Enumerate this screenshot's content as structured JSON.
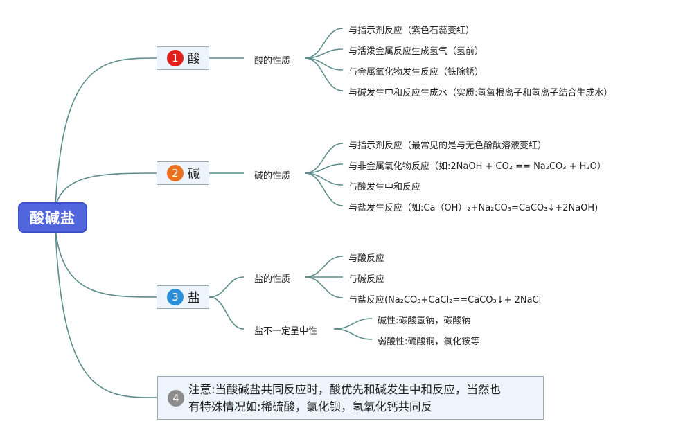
{
  "root": {
    "label": "酸碱盐"
  },
  "colors": {
    "root_fill": "#5166dc",
    "topic_fill": "#eef4fb",
    "line": "#5b8c8a",
    "badge1": "#e0201b",
    "badge2": "#e8711f",
    "badge3": "#2a8fd6",
    "badge4": "#8c8c8c"
  },
  "topics": [
    {
      "badge": "1",
      "label": "酸",
      "branches": [
        {
          "label": "酸的性质",
          "leaves": [
            "与指示剂反应（紫色石蕊变红）",
            "与活泼金属反应生成氢气（氢前）",
            "与金属氧化物发生反应（铁除锈）",
            "与碱发生中和反应生成水（实质:氢氧根离子和氢离子结合生成水）"
          ]
        }
      ]
    },
    {
      "badge": "2",
      "label": "碱",
      "branches": [
        {
          "label": "碱的性质",
          "leaves": [
            "与指示剂反应（最常见的是与无色酚酞溶液变红）",
            "与非金属氧化物反应（如:2NaOH + CO₂ == Na₂CO₃ + H₂O）",
            "与酸发生中和反应",
            "与盐发生反应（如:Ca（OH）₂+Na₂CO₃=CaCO₃↓+2NaOH)"
          ]
        }
      ]
    },
    {
      "badge": "3",
      "label": "盐",
      "branches": [
        {
          "label": "盐的性质",
          "leaves": [
            "与酸反应",
            "与碱反应",
            "与盐反应(Na₂CO₃+CaCl₂==CaCO₃↓+ 2NaCl"
          ]
        },
        {
          "label": "盐不一定呈中性",
          "leaves": [
            "碱性:碳酸氢钠，碳酸钠",
            "弱酸性:硫酸铜，氯化铵等"
          ]
        }
      ]
    }
  ],
  "note": {
    "badge": "4",
    "text": "注意:当酸碱盐共同反应时，酸优先和碱发生中和反应，当然也\n有特殊情况如:稀硫酸，氯化钡，氢氧化钙共同反"
  }
}
